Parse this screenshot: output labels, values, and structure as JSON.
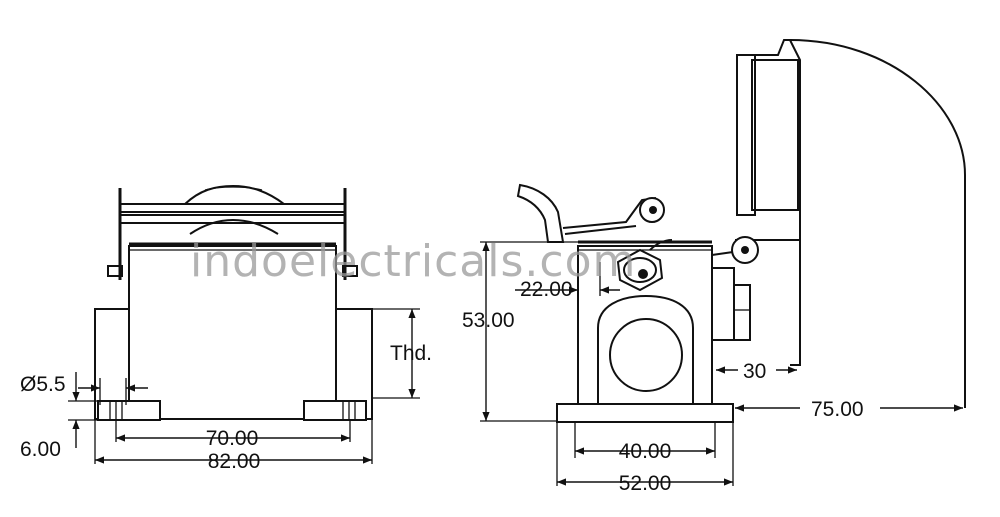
{
  "watermark": "indoelectricals.com",
  "labels": {
    "hole_dia": "Ø5.5",
    "base_height": "6.00",
    "width_holes": "70.00",
    "width_total": "82.00",
    "thread": "Thd.",
    "height_total": "53.00",
    "offset": "22.00",
    "lid_gap": "30",
    "open_extent": "75.00",
    "side_inner": "40.00",
    "side_total": "52.00"
  },
  "colors": {
    "line": "#111111",
    "watermark": "#9a9a9a",
    "background": "#ffffff"
  }
}
